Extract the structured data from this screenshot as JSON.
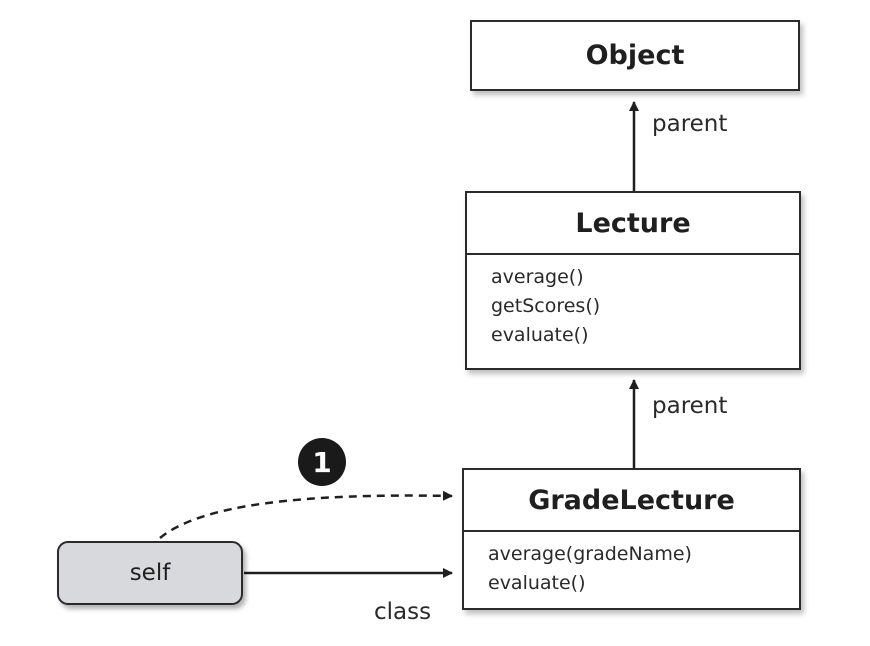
{
  "diagram": {
    "classes": {
      "object": {
        "name": "Object",
        "methods": []
      },
      "lecture": {
        "name": "Lecture",
        "methods": [
          "average()",
          "getScores()",
          "evaluate()"
        ]
      },
      "grade_lecture": {
        "name": "GradeLecture",
        "methods": [
          "average(gradeName)",
          "evaluate()"
        ]
      }
    },
    "self_node": {
      "label": "self"
    },
    "edges": {
      "lecture_to_object": "parent",
      "grade_to_lecture": "parent",
      "self_to_class": "class"
    },
    "step_marker": "1",
    "colors": {
      "stroke": "#2b2b2b",
      "self_fill": "#d8d9dc",
      "badge_fill": "#1a1a1a"
    }
  }
}
